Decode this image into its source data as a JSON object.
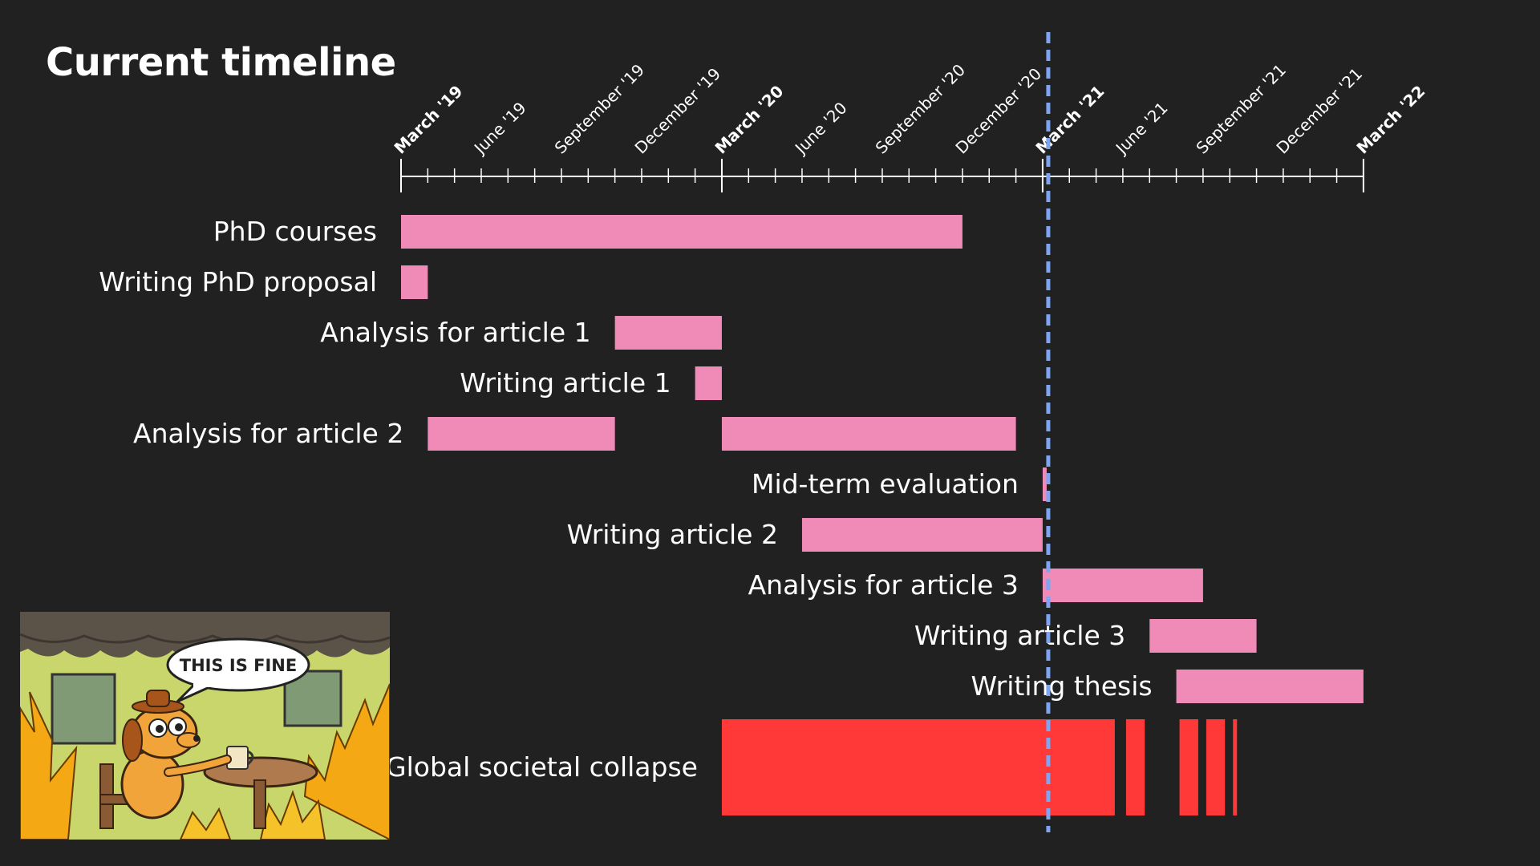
{
  "title": "Current timeline",
  "meme": {
    "caption": "THIS IS FINE"
  },
  "colors": {
    "background": "#212121",
    "text": "#ffffff",
    "task_bar": "#f08bb8",
    "collapse_bar": "#ff3838",
    "today_line": "#7fa4f0"
  },
  "chart_data": {
    "type": "gantt",
    "title": "Current timeline",
    "x_axis": {
      "type": "date",
      "range": [
        "2019-03",
        "2022-03"
      ],
      "minor_tick": "month",
      "major_ticks": [
        "2019-03",
        "2020-03",
        "2021-03",
        "2022-03"
      ],
      "tick_labels": [
        {
          "date": "2019-03",
          "label": "March '19",
          "bold": true
        },
        {
          "date": "2019-06",
          "label": "June '19",
          "bold": false
        },
        {
          "date": "2019-09",
          "label": "September '19",
          "bold": false
        },
        {
          "date": "2019-12",
          "label": "December '19",
          "bold": false
        },
        {
          "date": "2020-03",
          "label": "March '20",
          "bold": true
        },
        {
          "date": "2020-06",
          "label": "June '20",
          "bold": false
        },
        {
          "date": "2020-09",
          "label": "September '20",
          "bold": false
        },
        {
          "date": "2020-12",
          "label": "December '20",
          "bold": false
        },
        {
          "date": "2021-03",
          "label": "March '21",
          "bold": true
        },
        {
          "date": "2021-06",
          "label": "June '21",
          "bold": false
        },
        {
          "date": "2021-09",
          "label": "September '21",
          "bold": false
        },
        {
          "date": "2021-12",
          "label": "December '21",
          "bold": false
        },
        {
          "date": "2022-03",
          "label": "March '22",
          "bold": true
        }
      ]
    },
    "current_date": "2021-03",
    "current_date_style": "dashed vertical line",
    "tasks": [
      {
        "label": "PhD courses",
        "segments": [
          [
            "2019-03",
            "2020-12"
          ]
        ]
      },
      {
        "label": "Writing PhD proposal",
        "segments": [
          [
            "2019-03",
            "2019-04"
          ]
        ]
      },
      {
        "label": "Analysis for article 1",
        "segments": [
          [
            "2019-11",
            "2020-03"
          ]
        ]
      },
      {
        "label": "Writing article 1",
        "segments": [
          [
            "2020-02",
            "2020-03"
          ]
        ]
      },
      {
        "label": "Analysis for article 2",
        "segments": [
          [
            "2019-04",
            "2019-11"
          ],
          [
            "2020-03",
            "2021-02"
          ]
        ]
      },
      {
        "label": "Mid-term evaluation",
        "segments": [
          [
            "2021-03",
            "2021-03"
          ]
        ]
      },
      {
        "label": "Writing article 2",
        "segments": [
          [
            "2020-06",
            "2021-03"
          ]
        ]
      },
      {
        "label": "Analysis for article 3",
        "segments": [
          [
            "2021-03",
            "2021-09"
          ]
        ]
      },
      {
        "label": "Writing article 3",
        "segments": [
          [
            "2021-07",
            "2021-11"
          ]
        ]
      },
      {
        "label": "Writing thesis",
        "segments": [
          [
            "2021-08",
            "2022-03"
          ]
        ]
      },
      {
        "label": "Global societal collapse",
        "style": "collapse",
        "segments": [
          [
            "2020-03",
            "2021-06"
          ],
          [
            "2021-06",
            "2021-07"
          ],
          [
            "2021-08",
            "2021-09"
          ],
          [
            "2021-09",
            "2021-10"
          ],
          [
            "2021-10",
            "2021-10"
          ]
        ]
      }
    ]
  }
}
